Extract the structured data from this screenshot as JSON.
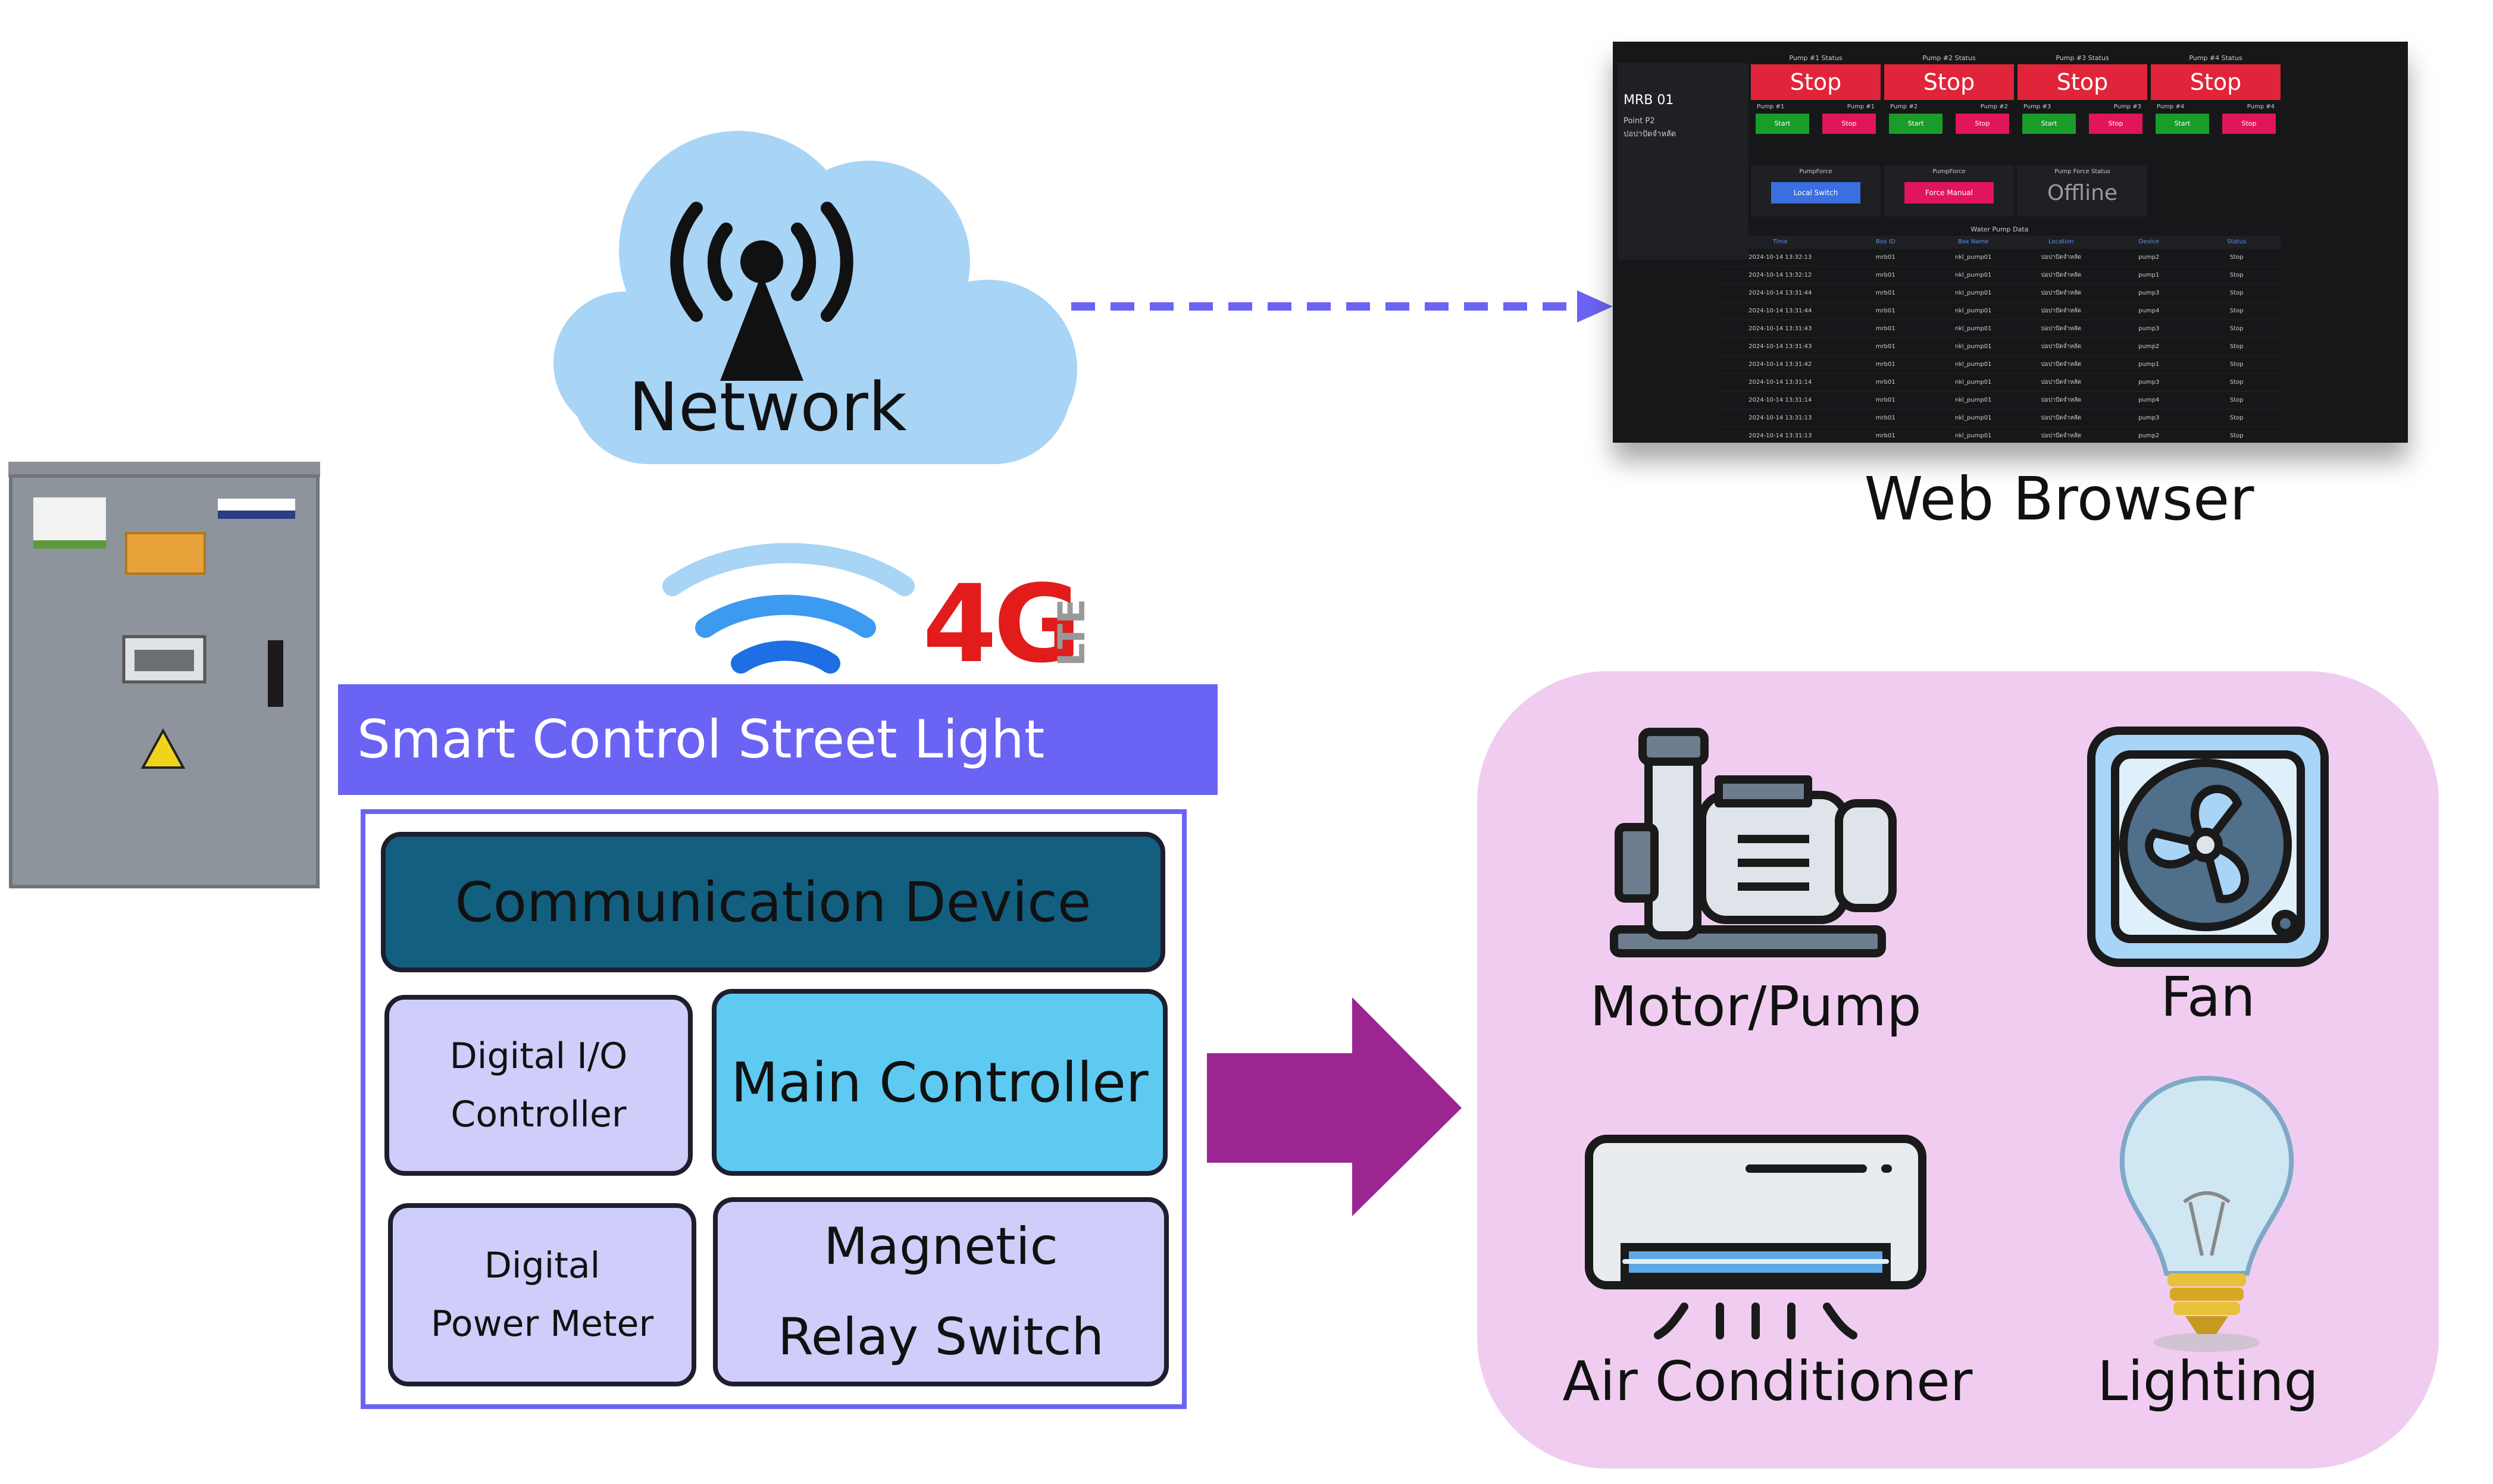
{
  "network": {
    "label": "Network"
  },
  "web_browser": {
    "label": "Web Browser",
    "dashboard": {
      "side_title": "MRB 01",
      "side_sub1": "Point P2",
      "side_sub2": "ปอปาปัดจำหลัด",
      "pumps": [
        {
          "status_header": "Pump #1 Status",
          "status": "Stop",
          "left_label": "Pump #1",
          "right_label": "Pump #1",
          "start": "Start",
          "stop": "Stop"
        },
        {
          "status_header": "Pump #2 Status",
          "status": "Stop",
          "left_label": "Pump #2",
          "right_label": "Pump #2",
          "start": "Start",
          "stop": "Stop"
        },
        {
          "status_header": "Pump #3 Status",
          "status": "Stop",
          "left_label": "Pump #3",
          "right_label": "Pump #3",
          "start": "Start",
          "stop": "Stop"
        },
        {
          "status_header": "Pump #4 Status",
          "status": "Stop",
          "left_label": "Pump #4",
          "right_label": "Pump #4",
          "start": "Start",
          "stop": "Stop"
        }
      ],
      "force": [
        {
          "header": "PumpForce",
          "button": "Local Switch",
          "color": "#3b6fe0"
        },
        {
          "header": "PumpForce",
          "button": "Force Manual",
          "color": "#e0155c"
        },
        {
          "header": "Pump Force Status",
          "status": "Offline"
        }
      ],
      "table": {
        "title": "Water Pump Data",
        "columns": [
          "Time",
          "Box ID",
          "Box Name",
          "Location",
          "Device",
          "Status"
        ],
        "rows": [
          [
            "2024-10-14 13:32:13",
            "mrb01",
            "nkl_pump01",
            "ปอปาปัดจำหลัด",
            "pump2",
            "Stop"
          ],
          [
            "2024-10-14 13:32:12",
            "mrb01",
            "nkl_pump01",
            "ปอปาปัดจำหลัด",
            "pump1",
            "Stop"
          ],
          [
            "2024-10-14 13:31:44",
            "mrb01",
            "nkl_pump01",
            "ปอปาปัดจำหลัด",
            "pump3",
            "Stop"
          ],
          [
            "2024-10-14 13:31:44",
            "mrb01",
            "nkl_pump01",
            "ปอปาปัดจำหลัด",
            "pump4",
            "Stop"
          ],
          [
            "2024-10-14 13:31:43",
            "mrb01",
            "nkl_pump01",
            "ปอปาปัดจำหลัด",
            "pump3",
            "Stop"
          ],
          [
            "2024-10-14 13:31:43",
            "mrb01",
            "nkl_pump01",
            "ปอปาปัดจำหลัด",
            "pump2",
            "Stop"
          ],
          [
            "2024-10-14 13:31:42",
            "mrb01",
            "nkl_pump01",
            "ปอปาปัดจำหลัด",
            "pump1",
            "Stop"
          ],
          [
            "2024-10-14 13:31:14",
            "mrb01",
            "nkl_pump01",
            "ปอปาปัดจำหลัด",
            "pump3",
            "Stop"
          ],
          [
            "2024-10-14 13:31:14",
            "mrb01",
            "nkl_pump01",
            "ปอปาปัดจำหลัด",
            "pump4",
            "Stop"
          ],
          [
            "2024-10-14 13:31:13",
            "mrb01",
            "nkl_pump01",
            "ปอปาปัดจำหลัด",
            "pump3",
            "Stop"
          ],
          [
            "2024-10-14 13:31:13",
            "mrb01",
            "nkl_pump01",
            "ปอปาปัดจำหลัด",
            "pump2",
            "Stop"
          ]
        ]
      }
    }
  },
  "signal": {
    "g4": "4G",
    "lte": "LTE"
  },
  "circuit": {
    "title": "Smart Control Street Light Circuit",
    "communication": "Communication Device",
    "digital_io_line1": "Digital I/O",
    "digital_io_line2": "Controller",
    "main_controller": "Main Controller",
    "power_meter_line1": "Digital",
    "power_meter_line2": "Power Meter",
    "relay_line1": "Magnetic",
    "relay_line2": "Relay Switch"
  },
  "appliances": {
    "motor": "Motor/Pump",
    "fan": "Fan",
    "ac": "Air Conditioner",
    "lighting": "Lighting"
  },
  "colors": {
    "accent": "#6b63f3",
    "comm": "#135f80",
    "main_controller": "#5ecaf2",
    "block": "#cfcdfa",
    "panel": "#f0cdf0",
    "arrow": "#9b2591"
  }
}
